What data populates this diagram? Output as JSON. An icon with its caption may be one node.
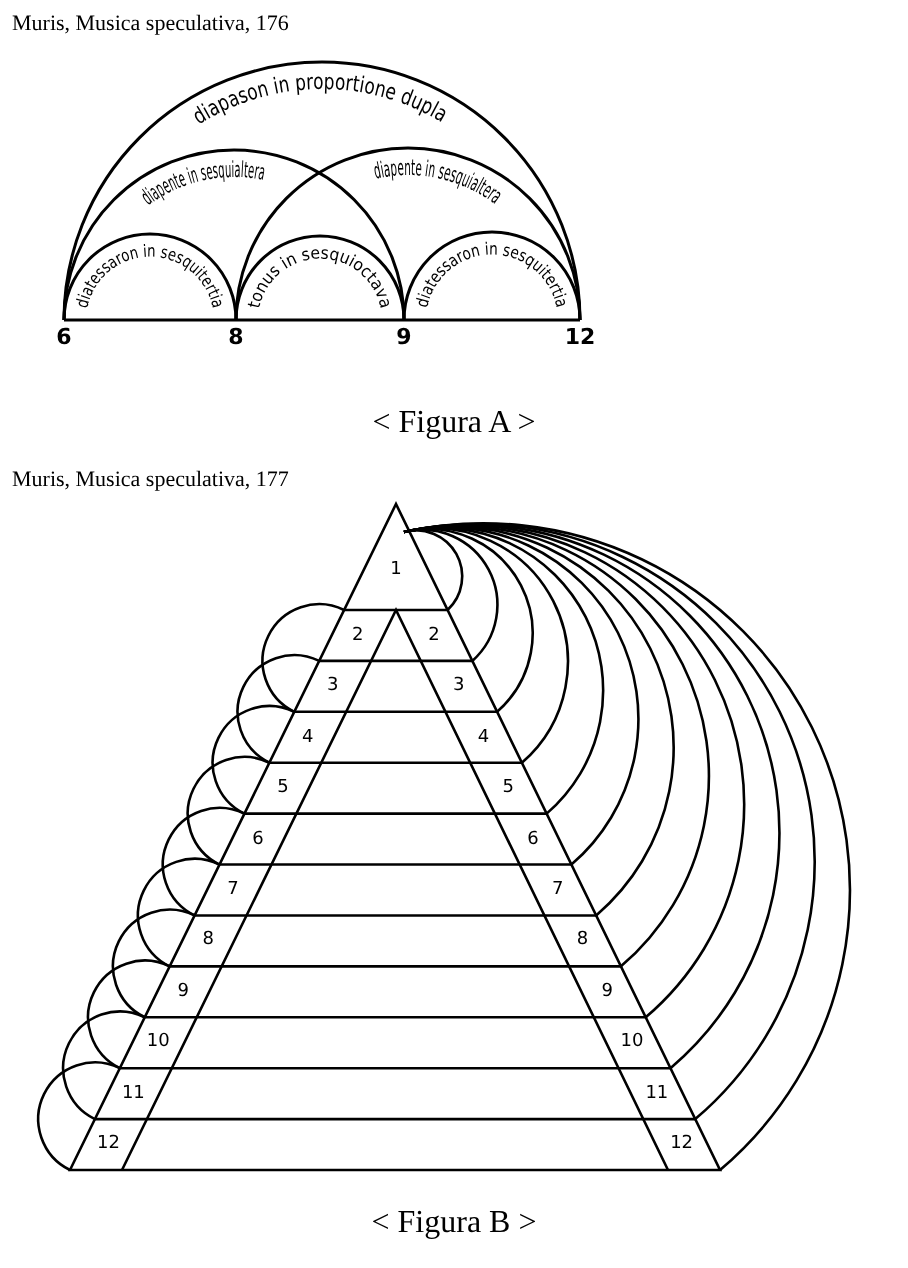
{
  "diagram": {
    "nodes": [
      {
        "text": [
          "6"
        ]
      },
      {
        "text": [
          "8"
        ]
      },
      {
        "text": [
          "9"
        ]
      },
      {
        "text": [
          "12"
        ]
      }
    ],
    "edges": [
      {
        "from": 0,
        "to": 3,
        "arrow": "none",
        "label": "diapason in proportione dupla"
      },
      {
        "from": 0,
        "to": 2,
        "arrow": "none",
        "label": "diapente in sesquialtera"
      },
      {
        "from": 1,
        "to": 3,
        "arrow": "none",
        "label": "diapente in sesquialtera"
      },
      {
        "from": 0,
        "to": 1,
        "arrow": "none",
        "label": "diatessaron in sesquitertia"
      },
      {
        "from": 1,
        "to": 2,
        "arrow": "none",
        "label": "tonus in sesquioctava"
      },
      {
        "from": 2,
        "to": 3,
        "arrow": "none",
        "label": "diatessaron in sesquitertia"
      },
      {
        "from": 0,
        "to": 1,
        "arrow": "none"
      },
      {
        "from": 1,
        "to": 2,
        "arrow": "none"
      },
      {
        "from": 2,
        "to": 3,
        "arrow": "none"
      }
    ],
    "labels": [
      "Muris, Musica speculativa, 176",
      "< Figura A >",
      "Muris, Musica speculativa, 177",
      "1",
      "2",
      "2",
      "3",
      "3",
      "4",
      "4",
      "5",
      "5",
      "6",
      "6",
      "7",
      "7",
      "8",
      "8",
      "9",
      "9",
      "10",
      "10",
      "11",
      "11",
      "12",
      "12",
      "< Figura B >"
    ]
  }
}
